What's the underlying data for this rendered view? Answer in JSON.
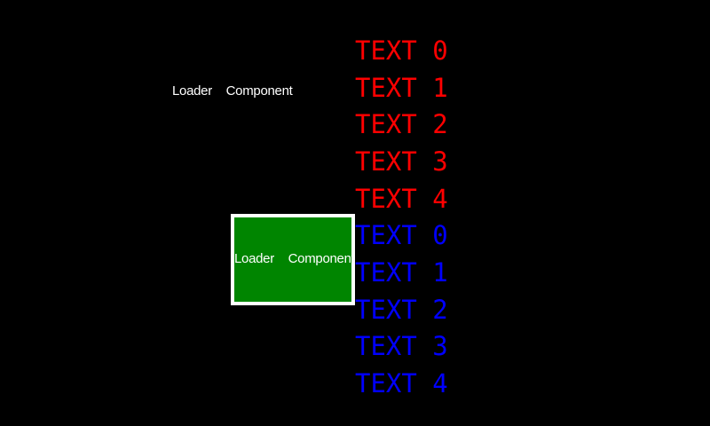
{
  "app": {
    "background_color": "#000000"
  },
  "standalone_loader": {
    "label": "Loader  Component",
    "text_color": "#ffffff"
  },
  "loader_box": {
    "label": "Loader  Component",
    "text_color": "#ffffff",
    "fill_color": "#008500",
    "border_color": "#ffffff"
  },
  "red_list": {
    "color": "#ff0000",
    "items": [
      {
        "label": "TEXT 0"
      },
      {
        "label": "TEXT 1"
      },
      {
        "label": "TEXT 2"
      },
      {
        "label": "TEXT 3"
      },
      {
        "label": "TEXT 4"
      }
    ]
  },
  "blue_list": {
    "color": "#0000ff",
    "items": [
      {
        "label": "TEXT 0"
      },
      {
        "label": "TEXT 1"
      },
      {
        "label": "TEXT 2"
      },
      {
        "label": "TEXT 3"
      },
      {
        "label": "TEXT 4"
      }
    ]
  }
}
